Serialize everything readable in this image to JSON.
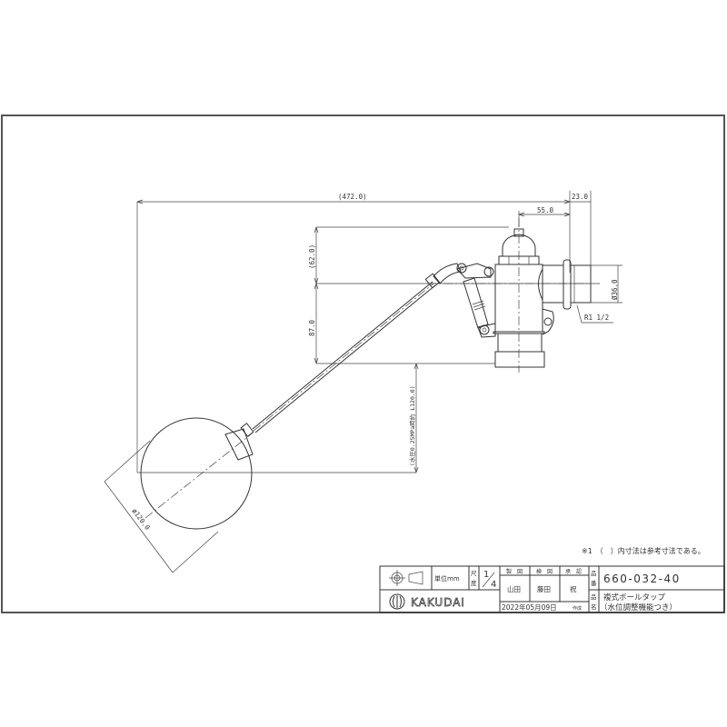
{
  "drawing": {
    "type": "technical-drawing",
    "subject": "Float ball tap assembly (side view)"
  },
  "dimensions": {
    "overall_length": "(472.0)",
    "outlet_offset": "23.0",
    "body_to_outlet": "55.0",
    "top_height": "(62.0)",
    "arm_drop": "87.0",
    "water_level_note": "(水圧0.25MPa時約 L120.0)",
    "outlet_diameter": "Ø36.0",
    "thread_spec": "R1 1/2",
    "ball_diameter": "ø120.0"
  },
  "note": "※1　（　）内寸法は参考寸法である。",
  "title_block": {
    "unit_label": "単位mm",
    "scale_label_top": "尺",
    "scale_label_bottom": "度",
    "scale_num": "1",
    "scale_den": "4",
    "brand": "KAKUDAI",
    "headers": [
      "製　図",
      "検　図",
      "承　認"
    ],
    "signatures": [
      "山田",
      "藤田",
      "祝"
    ],
    "date": "2022年05月09日",
    "date_suffix": "作成",
    "part_no_label_1": "品",
    "part_no_label_2": "番",
    "part_no": "660-032-40",
    "part_name_label_1": "品",
    "part_name_label_2": "名",
    "part_name_line1": "複式ボールタップ",
    "part_name_line2": "（水位調整機能つき）"
  }
}
